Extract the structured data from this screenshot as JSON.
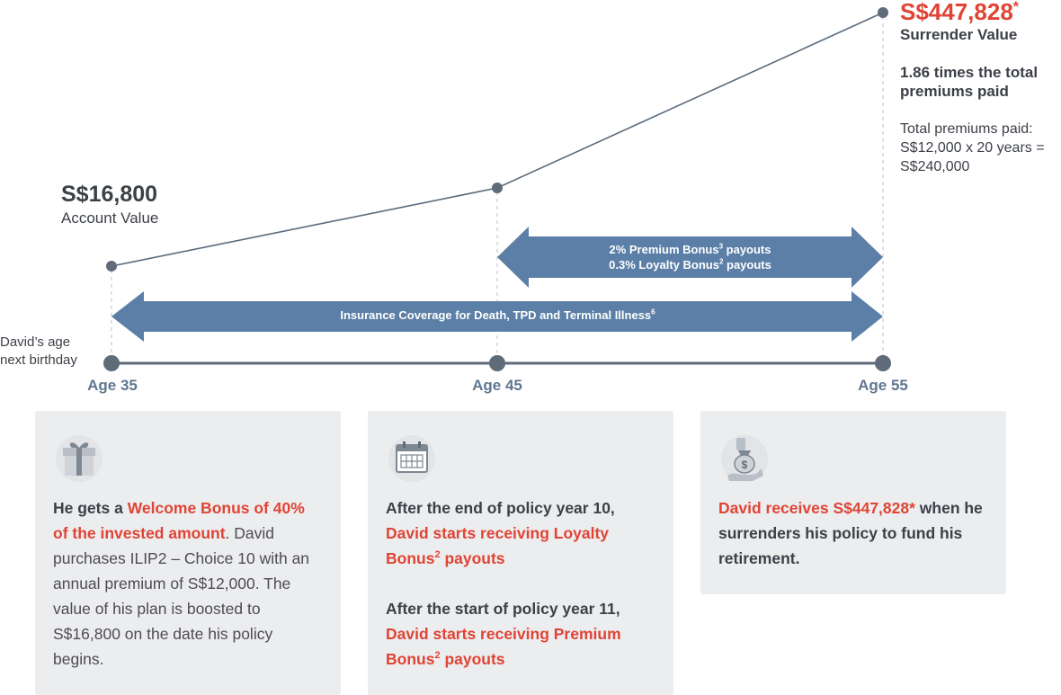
{
  "start_point": {
    "value": "S$16,800",
    "label": "Account Value"
  },
  "end_point": {
    "value": "S$447,828",
    "asterisk": "*",
    "label": "Surrender Value",
    "multiple": "1.86 times the total premiums paid",
    "premiums_line1": "Total premiums paid:",
    "premiums_line2": "S$12,000 x 20 years =",
    "premiums_line3": "S$240,000"
  },
  "axis_title_line1": "David’s age",
  "axis_title_line2": "next birthday",
  "ages": [
    "Age 35",
    "Age 45",
    "Age 55"
  ],
  "arrows": {
    "bonus_line1": "2% Premium Bonus",
    "bonus_line1_sup": "3",
    "bonus_line1_suffix": " payouts",
    "bonus_line2": "0.3% Loyalty Bonus",
    "bonus_line2_sup": "2",
    "bonus_line2_suffix": " payouts",
    "coverage": "Insurance Coverage for Death, TPD and Terminal Illness",
    "coverage_sup": "6"
  },
  "cards": [
    {
      "icon": "gift-icon",
      "lead": "He gets a ",
      "highlight": "Welcome Bonus of 40% of the invested amount",
      "rest": ". David purchases ILIP2 – Choice 10 with an annual premium of S$12,000. The value of his plan is boosted to S$16,800 on the date his policy begins."
    },
    {
      "icon": "calendar-icon",
      "p1_lead": "After the end of policy year 10, ",
      "p1_hl": "David starts receiving Loyalty Bonus",
      "p1_sup": "2",
      "p1_tail": " payouts",
      "p2_lead": "After the start of policy year 11, ",
      "p2_hl": "David starts receiving Premium Bonus",
      "p2_sup": "2",
      "p2_tail": " payouts"
    },
    {
      "icon": "money-bag-hand-icon",
      "highlight": "David receives S$447,828*",
      "rest": " when he surrenders his policy to fund his retirement."
    }
  ],
  "colors": {
    "arrow": "#5b7fa6",
    "line": "#5a6b7c",
    "dot": "#5f6b78",
    "accent": "#e04434",
    "card_bg": "#ecedef"
  }
}
